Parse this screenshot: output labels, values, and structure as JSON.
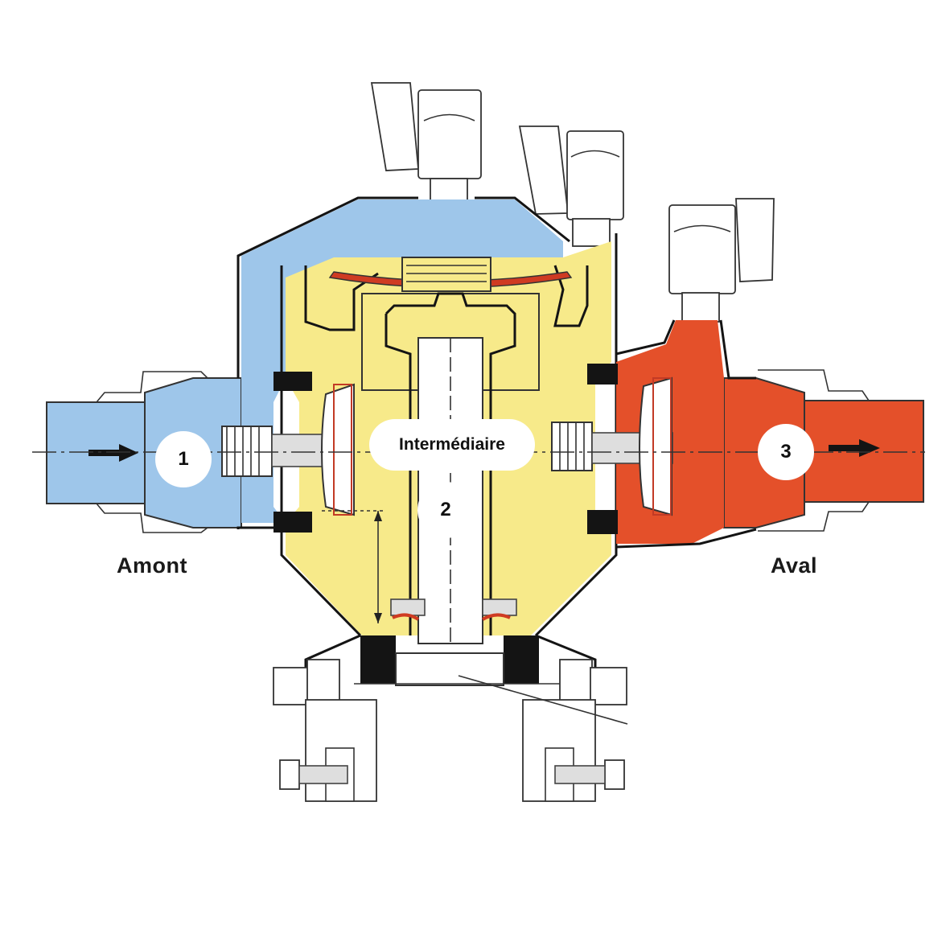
{
  "labels": {
    "upstream": "Amont",
    "downstream": "Aval",
    "intermediate": "Intermédiaire"
  },
  "badges": {
    "upstream": "1",
    "intermediate": "2",
    "downstream": "3"
  },
  "colors": {
    "upstream_zone": "#9ec6ea",
    "intermediate_zone": "#f7ea8a",
    "downstream_zone": "#e4502a",
    "outline": "#141414",
    "background": "#ffffff"
  }
}
